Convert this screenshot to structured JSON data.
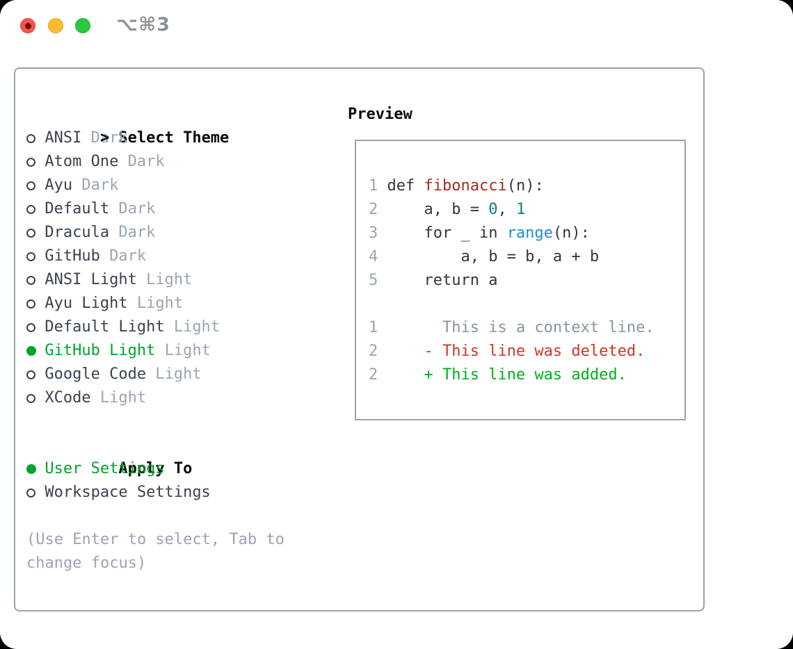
{
  "window": {
    "shortcut": "⌥⌘3",
    "traffic_lights": [
      {
        "name": "close",
        "color": "#f4544c"
      },
      {
        "name": "minimize",
        "color": "#fcbc2f"
      },
      {
        "name": "zoom",
        "color": "#2bc840"
      }
    ]
  },
  "theme_picker": {
    "header_marker": ">",
    "header_label": "Select Theme",
    "themes": [
      {
        "name": "ANSI",
        "variant": "Dark",
        "selected": false
      },
      {
        "name": "Atom One",
        "variant": "Dark",
        "selected": false
      },
      {
        "name": "Ayu",
        "variant": "Dark",
        "selected": false
      },
      {
        "name": "Default",
        "variant": "Dark",
        "selected": false
      },
      {
        "name": "Dracula",
        "variant": "Dark",
        "selected": false
      },
      {
        "name": "GitHub",
        "variant": "Dark",
        "selected": false
      },
      {
        "name": "ANSI Light",
        "variant": "Light",
        "selected": false
      },
      {
        "name": "Ayu Light",
        "variant": "Light",
        "selected": false
      },
      {
        "name": "Default Light",
        "variant": "Light",
        "selected": false
      },
      {
        "name": "GitHub Light",
        "variant": "Light",
        "selected": true
      },
      {
        "name": "Google Code",
        "variant": "Light",
        "selected": false
      },
      {
        "name": "XCode",
        "variant": "Light",
        "selected": false
      }
    ],
    "apply_to": {
      "header": "Apply To",
      "options": [
        {
          "name": "User Settings",
          "selected": true
        },
        {
          "name": "Workspace Settings",
          "selected": false
        }
      ]
    },
    "help_text": "(Use Enter to select, Tab to change focus)"
  },
  "preview": {
    "title": "Preview",
    "lines": [
      {
        "num": "1",
        "segs": [
          {
            "t": "def ",
            "c": "code"
          },
          {
            "t": "fibonacci",
            "c": "func"
          },
          {
            "t": "(n):",
            "c": "code"
          }
        ]
      },
      {
        "num": "2",
        "segs": [
          {
            "t": "    a, b = ",
            "c": "code"
          },
          {
            "t": "0",
            "c": "num"
          },
          {
            "t": ", ",
            "c": "code"
          },
          {
            "t": "1",
            "c": "num"
          }
        ]
      },
      {
        "num": "3",
        "segs": [
          {
            "t": "    for _ in ",
            "c": "code"
          },
          {
            "t": "range",
            "c": "builtin"
          },
          {
            "t": "(n):",
            "c": "code"
          }
        ]
      },
      {
        "num": "4",
        "segs": [
          {
            "t": "        a, b = b, a + b",
            "c": "code"
          }
        ]
      },
      {
        "num": "5",
        "segs": [
          {
            "t": "    return a",
            "c": "code"
          }
        ]
      },
      {
        "num": "",
        "segs": []
      },
      {
        "num": "1",
        "segs": [
          {
            "t": "      This is a context line.",
            "c": "ctx"
          }
        ]
      },
      {
        "num": "2",
        "segs": [
          {
            "t": "    - This line was deleted.",
            "c": "del"
          }
        ]
      },
      {
        "num": "2",
        "segs": [
          {
            "t": "    + This line was added.",
            "c": "add"
          }
        ]
      }
    ]
  },
  "colors": {
    "accent_green": "#00a32e",
    "diff_red": "#cc3726",
    "diff_green": "#00ae1c",
    "function_red": "#a92b20",
    "number_teal": "#0e7e82",
    "builtin_blue": "#1f8ecd",
    "muted_gray": "#9aa5b3",
    "text_dark": "#3a4150",
    "border_gray": "#99a2ac"
  }
}
